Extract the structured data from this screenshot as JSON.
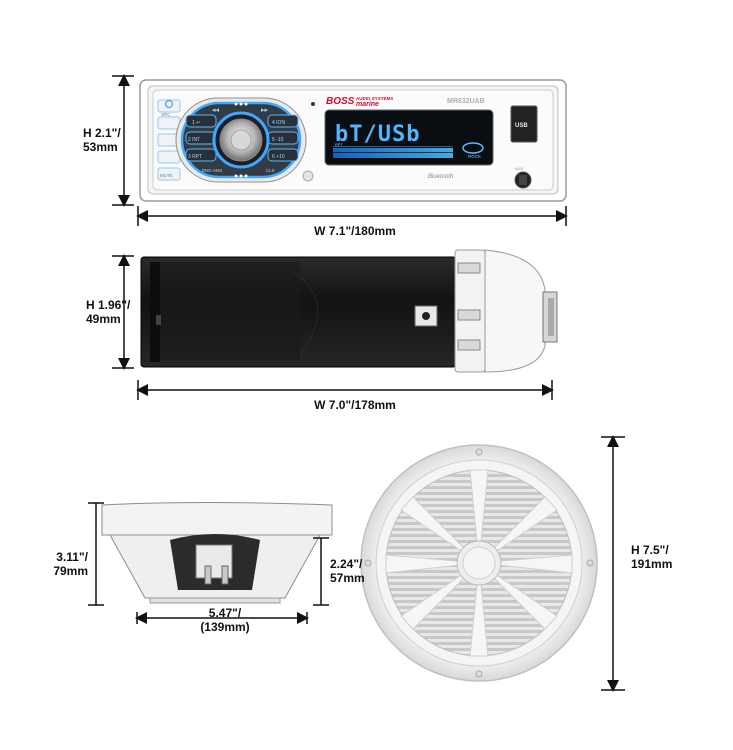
{
  "headunit": {
    "brand": "BOSS",
    "sub_brand": "marine",
    "tagline": "AUDIO SYSTEMS",
    "model": "MR632UAB",
    "display_text": "bT/USb",
    "display_sub": "ROCK",
    "display_sub2": "RPT",
    "bluetooth_label": "Bluetooth",
    "usb_label": "USB",
    "aux_label": "AUX",
    "buttons": {
      "top_left": "SRC",
      "b1": "1 ↵",
      "b2": "2 INT",
      "b3": "3 RPT",
      "band": "BND AMS",
      "mute": "MUTE",
      "b4": "4 ION",
      "b5": "5 -10",
      "b6": "6 +10",
      "clk": "CLK"
    },
    "height_label_1": "H 2.1\"/",
    "height_label_2": "53mm",
    "width_label": "W 7.1\"/180mm"
  },
  "side_view": {
    "height_label_1": "H 1.96\"/",
    "height_label_2": "49mm",
    "width_label": "W 7.0\"/178mm"
  },
  "speaker_side": {
    "height_label_1": "3.11\"/",
    "height_label_2": "79mm",
    "depth_label_1": "2.24\"/",
    "depth_label_2": "57mm",
    "width_label_1": "5.47\"/",
    "width_label_2": "(139mm)"
  },
  "speaker_front": {
    "height_label_1": "H 7.5\"/",
    "height_label_2": "191mm"
  },
  "colors": {
    "accent_blue": "#3fa9ff",
    "display_bg": "#0a0d12",
    "body_white": "#f2f2f2",
    "chassis_black": "#151515"
  }
}
